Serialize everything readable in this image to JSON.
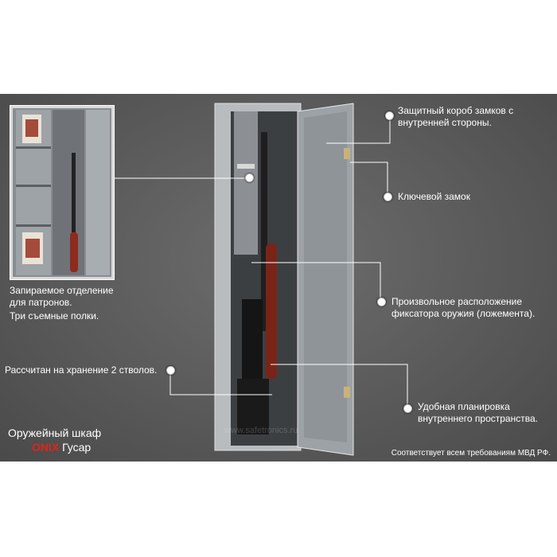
{
  "callouts": {
    "protective_box": [
      "Защитный короб  замков с",
      "внутренней стороны."
    ],
    "key_lock": "Ключевой замок",
    "lockable_compartment": [
      "Запираемое отделение",
      "для патронов."
    ],
    "shelves": "Три съемные полки.",
    "position": [
      "Произвольное расположение",
      "фиксатора оружия (ложемента)."
    ],
    "capacity": "Рассчитан на хранение 2 стволов.",
    "layout": [
      "Удобная планировка",
      "внутреннего пространства."
    ]
  },
  "title": {
    "line1": "Оружейный шкаф",
    "brand": "ONIX",
    "model": "Гусар"
  },
  "compliance": "Соответствует всем требованиям МВД РФ.",
  "watermark": "www.safetronics.ru",
  "colors": {
    "brand": "#e0231b",
    "panel": "#5a5a5a"
  }
}
